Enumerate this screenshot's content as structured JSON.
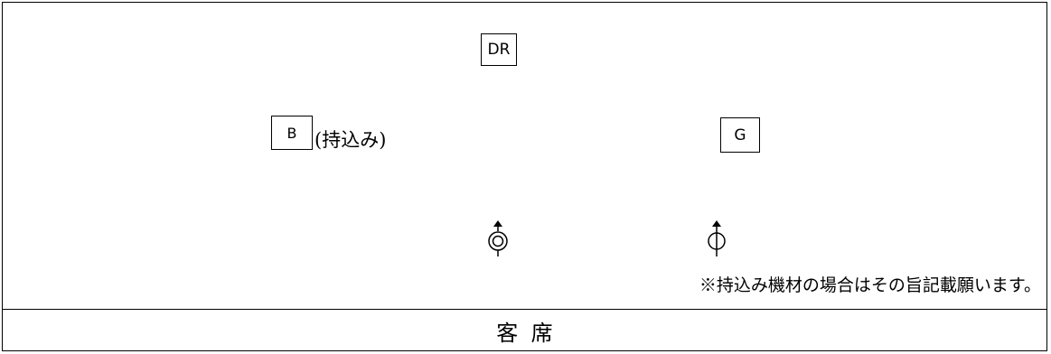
{
  "stage": {
    "items": [
      {
        "id": "dr",
        "label": "DR"
      },
      {
        "id": "b",
        "label": "B",
        "note": "(持込み)"
      },
      {
        "id": "g",
        "label": "G"
      }
    ],
    "mics": [
      {
        "id": "mic-left",
        "icon": "vocal-mic-icon"
      },
      {
        "id": "mic-right",
        "icon": "mic-stand-icon"
      }
    ],
    "footnote": "※持込み機材の場合はその旨記載願います。"
  },
  "audience": {
    "label": "客席"
  }
}
